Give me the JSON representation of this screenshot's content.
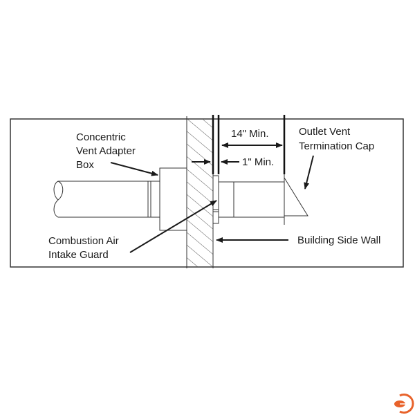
{
  "labels": {
    "adapter_line1": "Concentric",
    "adapter_line2": "Vent Adapter",
    "adapter_line3": "Box",
    "guard_line1": "Combustion Air",
    "guard_line2": "Intake Guard",
    "cap_line1": "Outlet Vent",
    "cap_line2": "Termination Cap",
    "wall": "Building Side Wall",
    "dim_14": "14\" Min.",
    "dim_1": "1\" Min."
  },
  "logo": {
    "name": "e-arrow-logo",
    "color": "#e8622a"
  },
  "colors": {
    "line": "#1a1a1a",
    "frame": "#333333"
  }
}
